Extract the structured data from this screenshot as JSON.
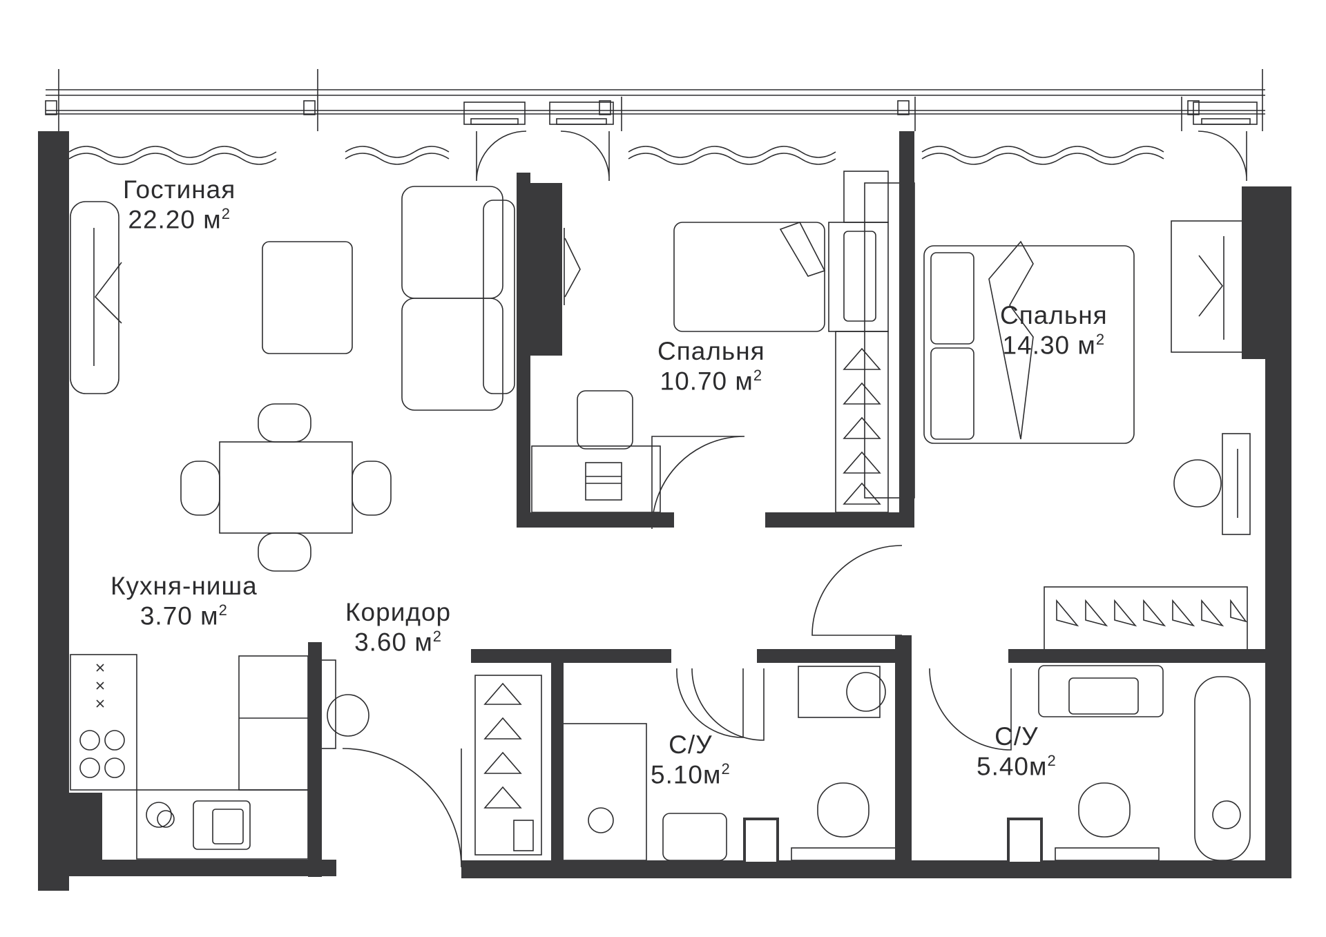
{
  "plan": {
    "wall_color": "#3a3a3c",
    "furniture_color": "#2c2c2e",
    "rooms": [
      {
        "name": "Гостиная",
        "area": "22.20 м",
        "sup": "2"
      },
      {
        "name": "Спальня",
        "area": "10.70 м",
        "sup": "2"
      },
      {
        "name": "Спальня",
        "area": "14.30 м",
        "sup": "2"
      },
      {
        "name": "Кухня-ниша",
        "area": "3.70 м",
        "sup": "2"
      },
      {
        "name": "Коридор",
        "area": "3.60 м",
        "sup": "2"
      },
      {
        "name": "С/У",
        "area": "5.10м",
        "sup": "2"
      },
      {
        "name": "С/У",
        "area": "5.40м",
        "sup": "2"
      }
    ]
  }
}
